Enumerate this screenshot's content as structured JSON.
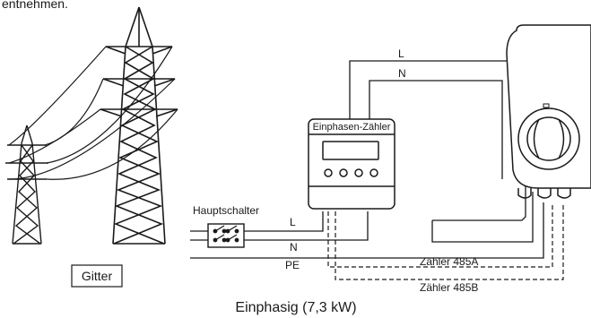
{
  "top_text": "entnehmen.",
  "grid_label": "Gitter",
  "main_switch_label": "Hauptschalter",
  "meter_label": "Einphasen-Zähler",
  "wires": {
    "l_top": "L",
    "n_top": "N",
    "l_left": "L",
    "n_left": "N",
    "pe_left": "PE",
    "meter_a": "Zähler 485A",
    "meter_b": "Zähler 485B"
  },
  "caption": "Einphasig (7,3 kW)",
  "colors": {
    "line": "#1a1a1a",
    "background": "#ffffff"
  }
}
